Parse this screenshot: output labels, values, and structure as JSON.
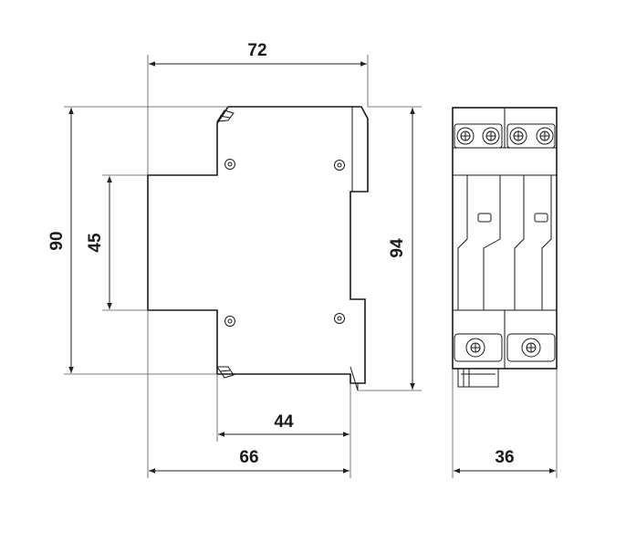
{
  "dimensions": {
    "top_width": "72",
    "total_height": "90",
    "rail_height": "45",
    "side_height": "94",
    "front_depth": "44",
    "base_depth": "66",
    "module_width": "36"
  },
  "colors": {
    "line": "#1a1a1a",
    "background": "#ffffff"
  }
}
